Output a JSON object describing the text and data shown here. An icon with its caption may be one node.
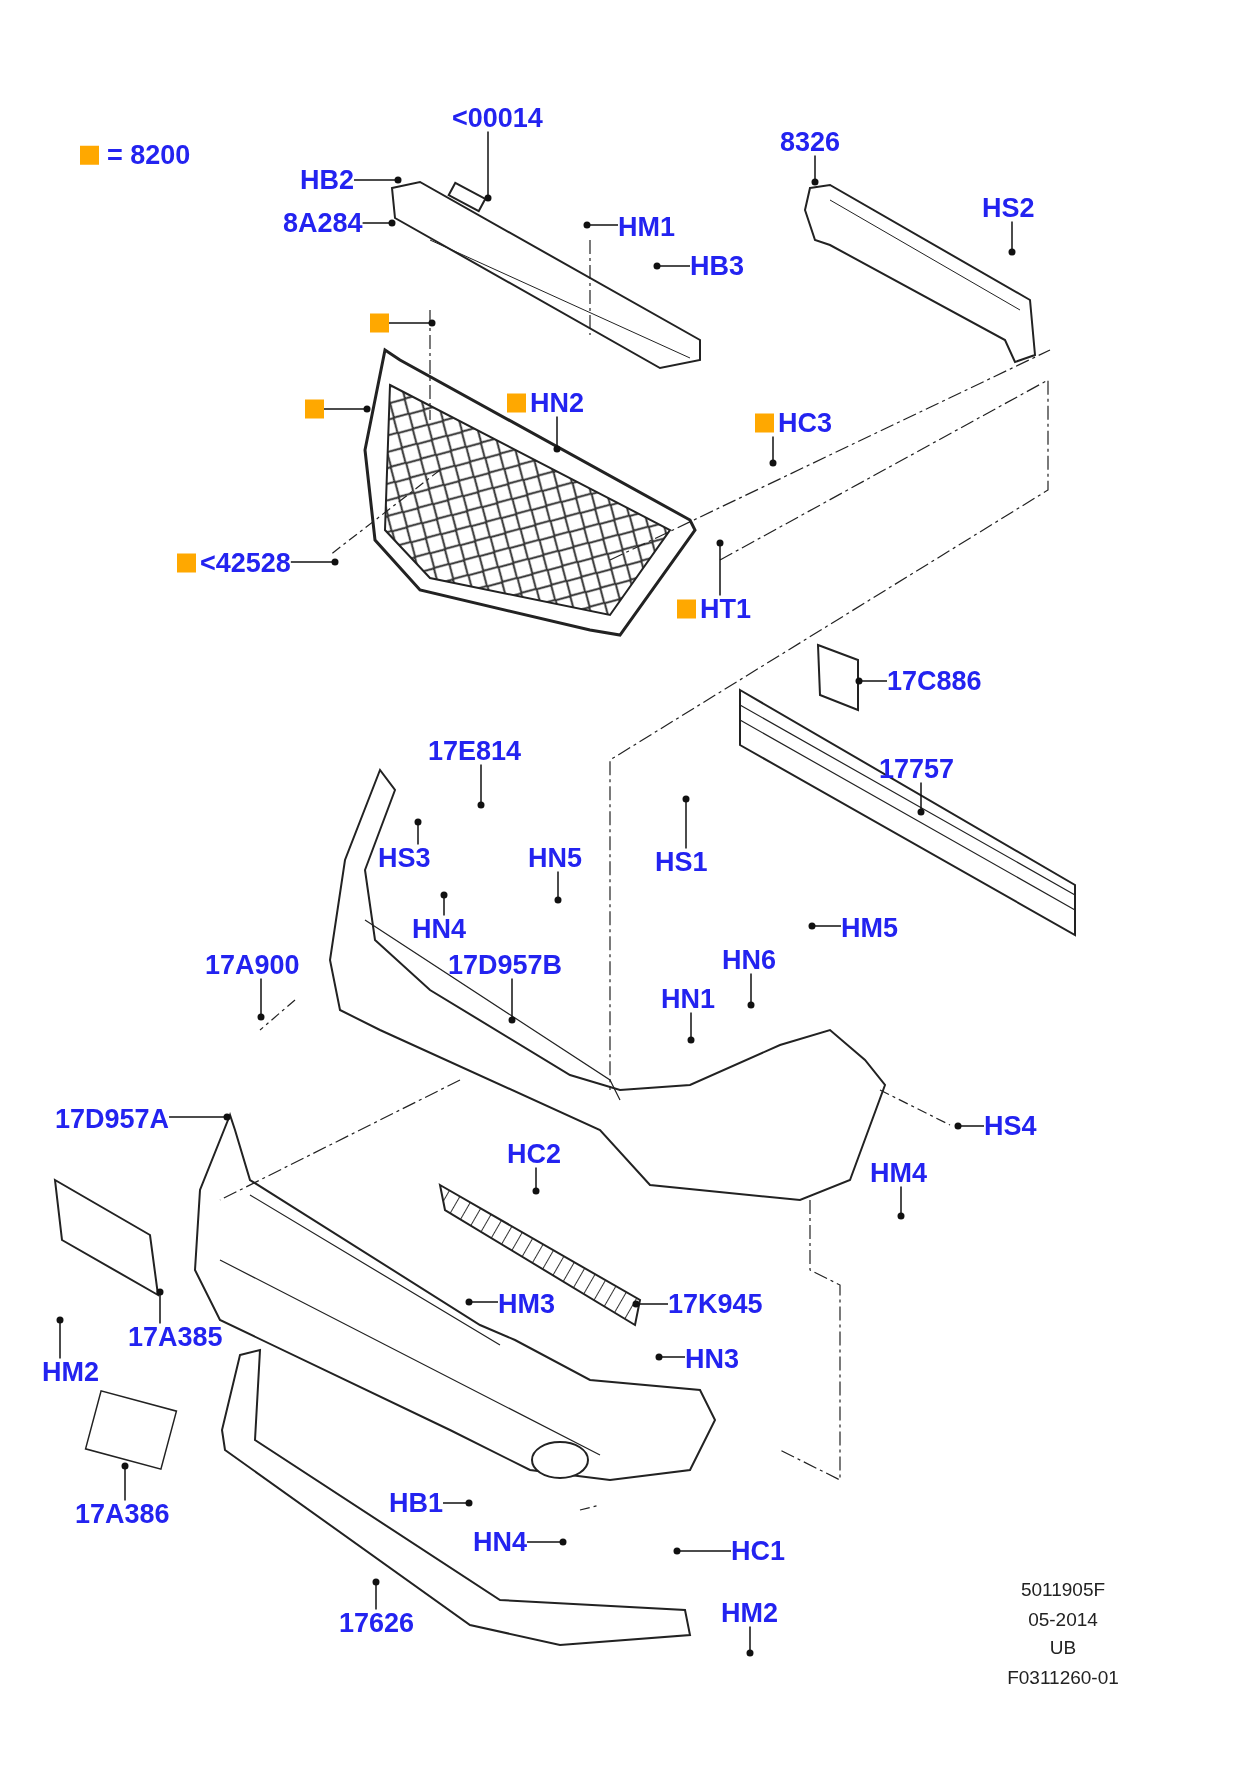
{
  "diagram": {
    "nodes": [
      {
        "text": [
          "<00014"
        ]
      },
      {
        "text": [
          "HB2"
        ]
      },
      {
        "text": [
          "8A284"
        ]
      },
      {
        "text": [
          "HM1"
        ]
      },
      {
        "text": [
          "HB3"
        ]
      },
      {
        "text": [
          "8326"
        ]
      },
      {
        "text": [
          "HS2"
        ]
      },
      {
        "text": [],
        "shape": "box"
      },
      {
        "text": [],
        "shape": "box"
      },
      {
        "text": [
          "HN2"
        ]
      },
      {
        "text": [
          "HC3"
        ]
      },
      {
        "text": [
          "<42528"
        ]
      },
      {
        "text": [
          "HT1"
        ]
      },
      {
        "text": [
          "17C886"
        ]
      },
      {
        "text": [
          "17757"
        ]
      },
      {
        "text": [
          "17E814"
        ]
      },
      {
        "text": [
          "HS3"
        ]
      },
      {
        "text": [
          "HN5"
        ]
      },
      {
        "text": [
          "HS1"
        ]
      },
      {
        "text": [
          "HN4"
        ]
      },
      {
        "text": [
          "HM5"
        ]
      },
      {
        "text": [
          "17A900"
        ]
      },
      {
        "text": [
          "17D957B"
        ]
      },
      {
        "text": [
          "HN6"
        ]
      },
      {
        "text": [
          "HN1"
        ]
      },
      {
        "text": [
          "HS4"
        ]
      },
      {
        "text": [
          "17D957A"
        ]
      },
      {
        "text": [
          "HC2"
        ]
      },
      {
        "text": [
          "HM4"
        ]
      },
      {
        "text": [
          "HM3"
        ]
      },
      {
        "text": [
          "17K945"
        ]
      },
      {
        "text": [
          "17A385"
        ]
      },
      {
        "text": [
          "HM2"
        ]
      },
      {
        "text": [
          "HN3"
        ]
      },
      {
        "text": [
          "17A386"
        ]
      },
      {
        "text": [
          "HB1"
        ]
      },
      {
        "text": [
          "HN4"
        ]
      },
      {
        "text": [
          "HC1"
        ]
      },
      {
        "text": [
          "17626"
        ]
      },
      {
        "text": [
          "HM2"
        ]
      }
    ],
    "edges": [
      {
        "from": 0,
        "to": null,
        "arrow": "other"
      },
      {
        "from": 1,
        "to": null,
        "arrow": "other"
      },
      {
        "from": 2,
        "to": null,
        "arrow": "other"
      },
      {
        "from": 3,
        "to": null,
        "arrow": "other"
      },
      {
        "from": 4,
        "to": null,
        "arrow": "other"
      },
      {
        "from": 5,
        "to": null,
        "arrow": "other"
      },
      {
        "from": 6,
        "to": null,
        "arrow": "other"
      },
      {
        "from": 7,
        "to": null,
        "arrow": "other"
      },
      {
        "from": 8,
        "to": null,
        "arrow": "other"
      },
      {
        "from": 9,
        "to": null,
        "arrow": "other"
      },
      {
        "from": 10,
        "to": null,
        "arrow": "other"
      },
      {
        "from": 11,
        "to": null,
        "arrow": "other"
      },
      {
        "from": 12,
        "to": null,
        "arrow": "other"
      },
      {
        "from": 13,
        "to": null,
        "arrow": "other"
      },
      {
        "from": 14,
        "to": null,
        "arrow": "other"
      },
      {
        "from": 15,
        "to": null,
        "arrow": "other"
      },
      {
        "from": 16,
        "to": null,
        "arrow": "other"
      },
      {
        "from": 17,
        "to": null,
        "arrow": "other"
      },
      {
        "from": 18,
        "to": null,
        "arrow": "other"
      },
      {
        "from": 19,
        "to": null,
        "arrow": "other"
      },
      {
        "from": 20,
        "to": null,
        "arrow": "other"
      },
      {
        "from": 21,
        "to": null,
        "arrow": "other"
      },
      {
        "from": 22,
        "to": null,
        "arrow": "other"
      },
      {
        "from": 23,
        "to": null,
        "arrow": "other"
      },
      {
        "from": 24,
        "to": null,
        "arrow": "other"
      },
      {
        "from": 25,
        "to": null,
        "arrow": "other"
      },
      {
        "from": 26,
        "to": null,
        "arrow": "other"
      },
      {
        "from": 27,
        "to": null,
        "arrow": "other"
      },
      {
        "from": 28,
        "to": null,
        "arrow": "other"
      },
      {
        "from": 29,
        "to": null,
        "arrow": "other"
      },
      {
        "from": 30,
        "to": null,
        "arrow": "other"
      },
      {
        "from": 31,
        "to": null,
        "arrow": "other"
      },
      {
        "from": 32,
        "to": null,
        "arrow": "other"
      },
      {
        "from": 33,
        "to": null,
        "arrow": "other"
      },
      {
        "from": 34,
        "to": null,
        "arrow": "other"
      },
      {
        "from": 35,
        "to": null,
        "arrow": "other"
      },
      {
        "from": 36,
        "to": null,
        "arrow": "other"
      },
      {
        "from": 37,
        "to": null,
        "arrow": "other"
      },
      {
        "from": 38,
        "to": null,
        "arrow": "other"
      },
      {
        "from": 39,
        "to": null,
        "arrow": "other"
      }
    ],
    "labels": [
      "5011905F",
      "05-2014",
      "UB",
      "F0311260-01"
    ],
    "legend": [
      {
        "text": "= 8200",
        "color": "#ffa800"
      }
    ]
  }
}
